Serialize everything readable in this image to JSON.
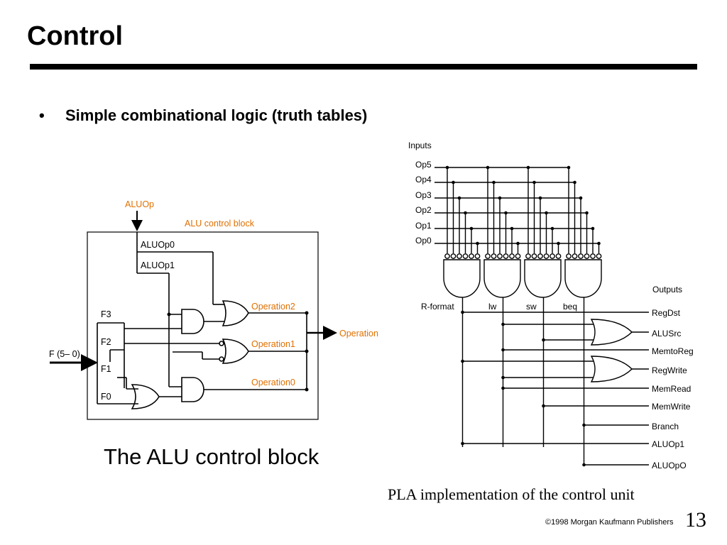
{
  "slide": {
    "title": "Control",
    "bullet_marker": "•",
    "bullet": "Simple combinational logic (truth tables)",
    "page_number": "13",
    "copyright": "©1998 Morgan Kaufmann Publishers"
  },
  "alu_control": {
    "caption": "The ALU control block",
    "aluop_label": "ALUOp",
    "block_label": "ALU control block",
    "aluop0": "ALUOp0",
    "aluop1": "ALUOp1",
    "function_input": "F (5– 0)",
    "f_inputs": [
      "F3",
      "F2",
      "F1",
      "F0"
    ],
    "operations": [
      "Operation2",
      "Operation1",
      "Operation0"
    ],
    "operation_output": "Operation",
    "accent_color": "#e07000"
  },
  "pla": {
    "caption": "PLA implementation of the control unit",
    "inputs_label": "Inputs",
    "inputs": [
      "Op5",
      "Op4",
      "Op3",
      "Op2",
      "Op1",
      "Op0"
    ],
    "instructions": [
      "R-format",
      "lw",
      "sw",
      "beq"
    ],
    "outputs_label": "Outputs",
    "outputs": [
      "RegDst",
      "ALUSrc",
      "MemtoReg",
      "RegWrite",
      "MemRead",
      "MemWrite",
      "Branch",
      "ALUOp1",
      "ALUOpO"
    ]
  }
}
